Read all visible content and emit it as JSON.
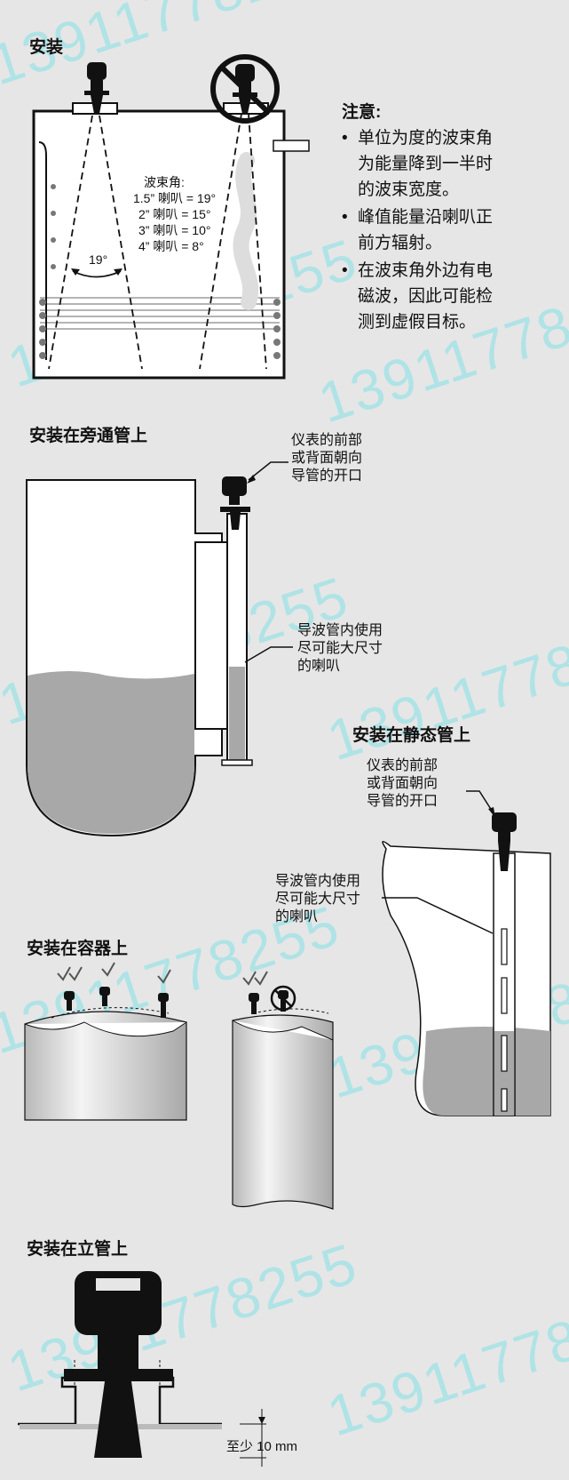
{
  "sections": {
    "install": "安装",
    "bypass": "安装在旁通管上",
    "stilling": "安装在静态管上",
    "vessel": "安装在容器上",
    "standpipe": "安装在立管上"
  },
  "note": {
    "title": "注意:",
    "items": [
      [
        "单位为度的波束角",
        "为能量降到一半时",
        "的波束宽度。"
      ],
      [
        "峰值能量沿喇叭正",
        "前方辐射。"
      ],
      [
        "在波束角外边有电",
        "磁波，因此可能检",
        "测到虚假目标。"
      ]
    ]
  },
  "beam": {
    "title": "波束角:",
    "rows": [
      "1.5” 喇叭 = 19°",
      "2” 喇叭 = 15°",
      "3” 喇叭 = 10°",
      "4” 喇叭 = 8°"
    ],
    "angle_label": "19°"
  },
  "bypass_callouts": {
    "front": [
      "仪表的前部",
      "或背面朝向",
      "导管的开口"
    ],
    "horn": [
      "导波管内使用",
      "尽可能大尺寸",
      "的喇叭"
    ]
  },
  "stilling_callouts": {
    "front": [
      "仪表的前部",
      "或背面朝向",
      "导管的开口"
    ],
    "horn": [
      "导波管内使用",
      "尽可能大尺寸",
      "的喇叭"
    ]
  },
  "standpipe_dim": "至少 10 mm",
  "watermark": "13911778255"
}
